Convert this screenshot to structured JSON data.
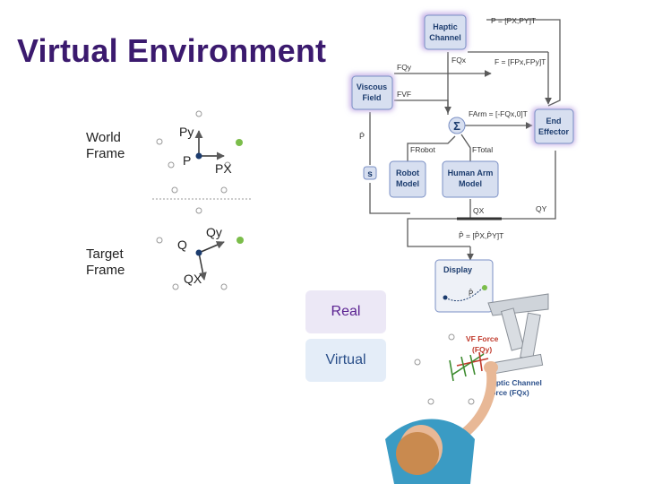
{
  "slide": {
    "title": "Virtual Environment",
    "world_frame_label": [
      "World",
      "Frame"
    ],
    "target_frame_label": [
      "Target",
      "Frame"
    ],
    "real_label": "Real",
    "virtual_label": "Virtual"
  },
  "diagram": {
    "blocks": {
      "haptic_channel": [
        "Haptic",
        "Channel"
      ],
      "viscous_field": [
        "Viscous",
        "Field"
      ],
      "end_effector": [
        "End",
        "Effector"
      ],
      "robot_model": [
        "Robot",
        "Model"
      ],
      "human_arm_model": [
        "Human Arm",
        "Model"
      ],
      "display": "Display",
      "sum_symbol": "Σ",
      "s_symbol": "s"
    },
    "signals": {
      "p_top": "P = [PX,PY]T",
      "f_qx": "FQx",
      "f_eq": "F = [FPx,FPy]T",
      "f_qy": "FQy",
      "f_vf": "FVF",
      "f_arm": "FArm = [-FQx,0]T",
      "f_robot": "FRobot",
      "f_total": "FTotal",
      "q_x": "QX",
      "q_y": "QY",
      "p_hat": "P̂ = [P̂X,P̂Y]T",
      "p_dot": "Ṗ",
      "display_p": "P̂"
    },
    "world_frame": {
      "py": "Py",
      "p": "P",
      "px": "PX"
    },
    "target_frame": {
      "q": "Q",
      "qy": "Qy",
      "qx": "QX"
    },
    "scene": {
      "vf_force": "VF Force",
      "vf_force_sub": "(FQy)",
      "haptic_force": [
        "Haptic Channel",
        "Force (FQx)"
      ]
    }
  },
  "colors": {
    "title": "#3b1a6e",
    "block_fill": "#d7dff0",
    "block_border": "#7a8fc4",
    "highlight_glow": "#c9b6e8",
    "arrow": "#5a5a5a",
    "dot_green": "#7bbd4a",
    "dot_navy": "#1c3c6e",
    "force_red": "#c0392b",
    "force_green": "#3d8b2f"
  }
}
